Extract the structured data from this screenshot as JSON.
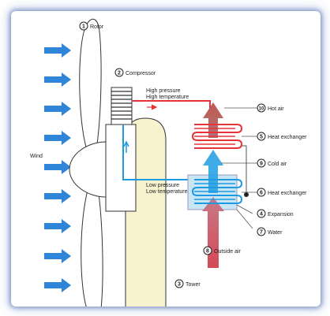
{
  "labels": {
    "rotor": "Rotor",
    "compressor": "Compressor",
    "hot_air": "Hot air",
    "heat_exchanger_top": "Heat exchanger",
    "cold_air": "Cold air",
    "heat_exchanger_bottom": "Heat exchanger",
    "expansion": "Expansion",
    "water": "Water",
    "outside_air": "Outside air",
    "tower": "Tower",
    "wind": "Wind",
    "high_pressure": "High pressure",
    "high_temperature": "High temperature",
    "low_pressure": "Low pressure",
    "low_temperature": "Low temperature"
  },
  "numbers": {
    "rotor": "1",
    "compressor": "2",
    "tower": "3",
    "expansion": "4",
    "heat_exchanger_top": "5",
    "heat_exchanger_bottom": "6",
    "water": "7",
    "outside_air": "8",
    "cold_air": "9",
    "hot_air": "10"
  },
  "colors": {
    "wind_arrow": "#2f86d8",
    "hot_line": "#e8333a",
    "cold_line": "#1e9be0",
    "tower": "#f7f3cf",
    "hot_air_arrow": "#b86a5e",
    "outside_air_arrow": "#c94b5a"
  }
}
